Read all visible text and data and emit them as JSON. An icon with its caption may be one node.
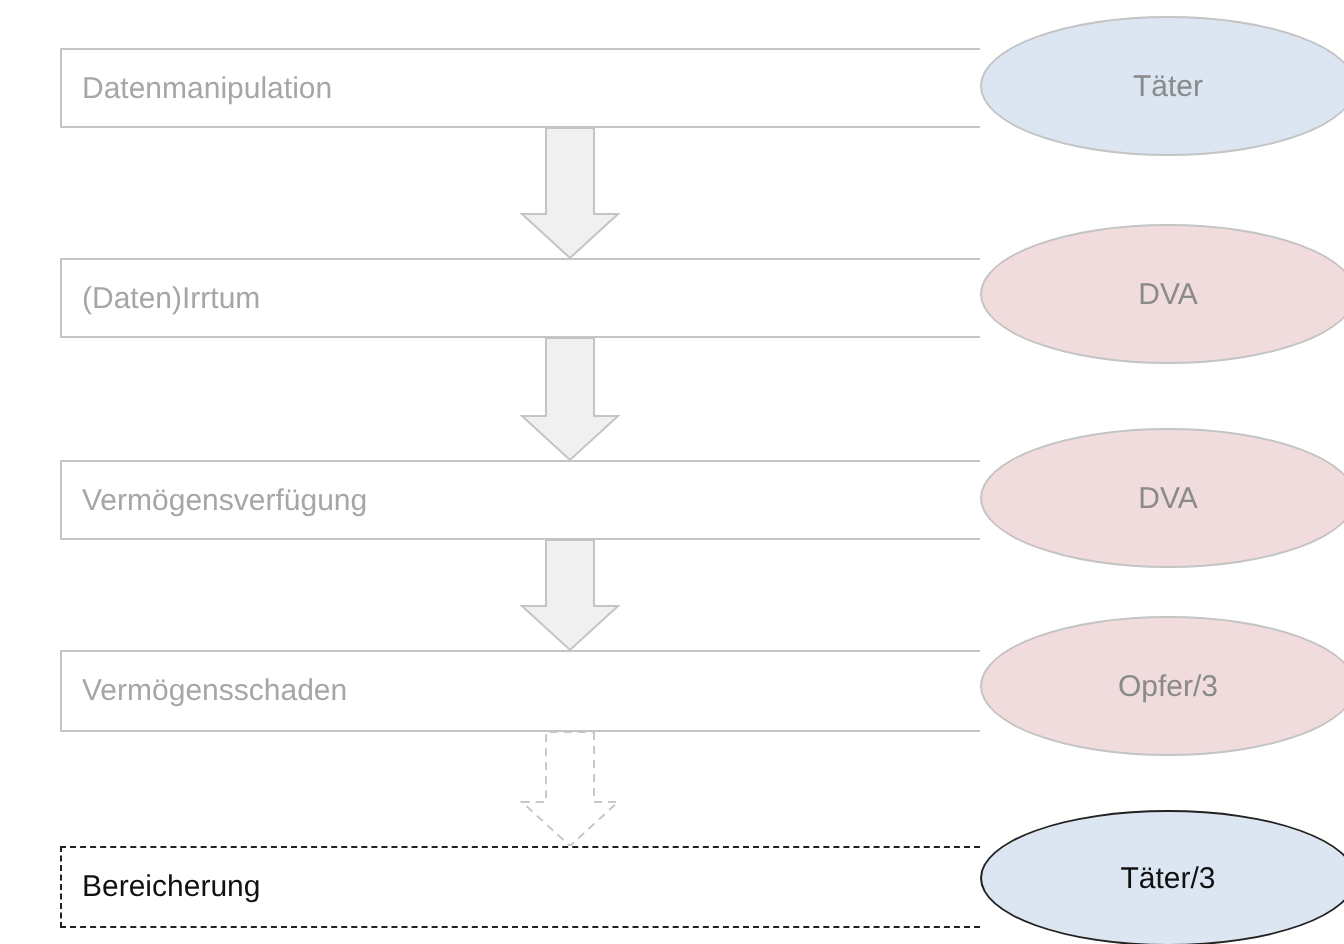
{
  "diagram": {
    "nodes": [
      {
        "text": [
          "Datenmanipulation"
        ]
      },
      {
        "text": [
          "Täter"
        ]
      },
      {
        "text": [
          "(Daten)Irrtum"
        ]
      },
      {
        "text": [
          "DVA"
        ]
      },
      {
        "text": [
          "Vermögensverfügung"
        ]
      },
      {
        "text": [
          "DVA"
        ]
      },
      {
        "text": [
          "Vermögensschaden"
        ]
      },
      {
        "text": [
          "Opfer/3"
        ]
      },
      {
        "text": [
          "Bereicherung"
        ]
      },
      {
        "text": [
          "Täter/3"
        ]
      }
    ],
    "edges": [
      {
        "from": 0,
        "to": 2,
        "arrow": "to"
      },
      {
        "from": 2,
        "to": 4,
        "arrow": "to"
      },
      {
        "from": 4,
        "to": 6,
        "arrow": "to"
      },
      {
        "from": 6,
        "to": 8,
        "arrow": "to",
        "style": "dashed"
      }
    ]
  }
}
